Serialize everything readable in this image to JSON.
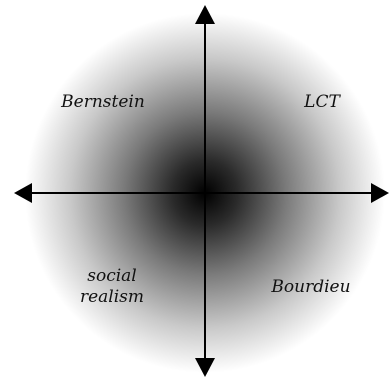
{
  "quadrants": {
    "top_left": {
      "label": "Bernstein"
    },
    "top_right": {
      "label": "LCT"
    },
    "bottom_left": {
      "line1": "social",
      "line2": "realism"
    },
    "bottom_right": {
      "label": "Bourdieu"
    }
  }
}
